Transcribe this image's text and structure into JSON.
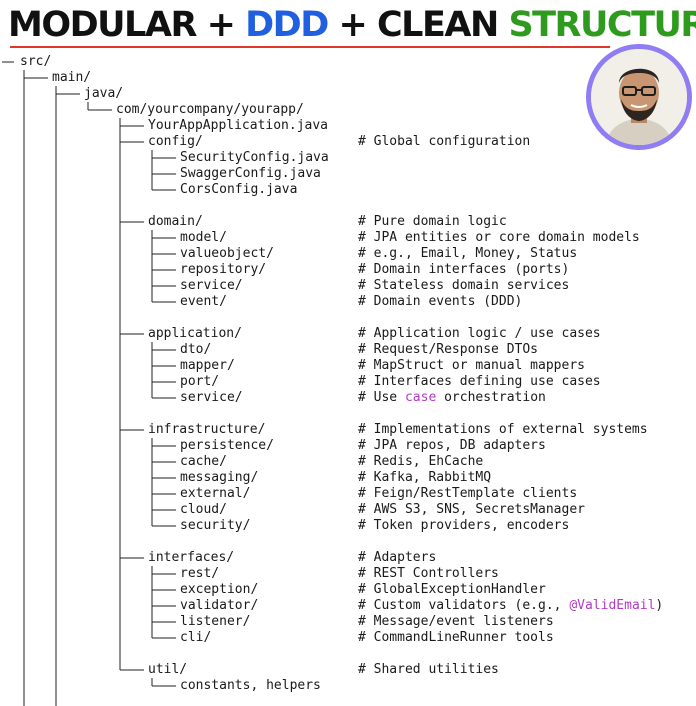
{
  "title": {
    "part1": "MODULAR + ",
    "part2": "DDD",
    "part3": " + CLEAN ",
    "part4": "STRUCTURE",
    "colors": {
      "accent_blue": "#1f5fe0",
      "accent_green": "#2e9b1e",
      "rule": "#e0372a",
      "avatar_ring": "#8f7df4"
    }
  },
  "tree": {
    "root": "src/",
    "main": "main/",
    "java": "java/",
    "package": "com/yourcompany/yourapp/",
    "app_file": "YourAppApplication.java",
    "config": {
      "name": "config/",
      "comment": "# Global configuration",
      "files": [
        "SecurityConfig.java",
        "SwaggerConfig.java",
        "CorsConfig.java"
      ]
    },
    "domain": {
      "name": "domain/",
      "comment": "# Pure domain logic",
      "children": [
        {
          "name": "model/",
          "comment": "# JPA entities or core domain models"
        },
        {
          "name": "valueobject/",
          "comment": "# e.g., Email, Money, Status"
        },
        {
          "name": "repository/",
          "comment": "# Domain interfaces (ports)"
        },
        {
          "name": "service/",
          "comment": "# Stateless domain services"
        },
        {
          "name": "event/",
          "comment": "# Domain events (DDD)"
        }
      ]
    },
    "application": {
      "name": "application/",
      "comment": "# Application logic / use cases",
      "children": [
        {
          "name": "dto/",
          "comment": "# Request/Response DTOs"
        },
        {
          "name": "mapper/",
          "comment": "# MapStruct or manual mappers"
        },
        {
          "name": "port/",
          "comment": "# Interfaces defining use cases"
        },
        {
          "name": "service/",
          "comment_pre": "# Use ",
          "comment_kw": "case",
          "comment_post": " orchestration"
        }
      ]
    },
    "infrastructure": {
      "name": "infrastructure/",
      "comment": "# Implementations of external systems",
      "children": [
        {
          "name": "persistence/",
          "comment": "# JPA repos, DB adapters"
        },
        {
          "name": "cache/",
          "comment": "# Redis, EhCache"
        },
        {
          "name": "messaging/",
          "comment": "# Kafka, RabbitMQ"
        },
        {
          "name": "external/",
          "comment": "# Feign/RestTemplate clients"
        },
        {
          "name": "cloud/",
          "comment": "# AWS S3, SNS, SecretsManager"
        },
        {
          "name": "security/",
          "comment": "# Token providers, encoders"
        }
      ]
    },
    "interfaces": {
      "name": "interfaces/",
      "comment": "# Adapters",
      "children": [
        {
          "name": "rest/",
          "comment": "# REST Controllers"
        },
        {
          "name": "exception/",
          "comment": "# GlobalExceptionHandler"
        },
        {
          "name": "validator/",
          "comment_pre": "# Custom validators (e.g., ",
          "comment_kw": "@ValidEmail",
          "comment_post": ")"
        },
        {
          "name": "listener/",
          "comment": "# Message/event listeners"
        },
        {
          "name": "cli/",
          "comment": "# CommandLineRunner tools"
        }
      ]
    },
    "util": {
      "name": "util/",
      "comment": "# Shared utilities",
      "child": "constants, helpers"
    }
  }
}
